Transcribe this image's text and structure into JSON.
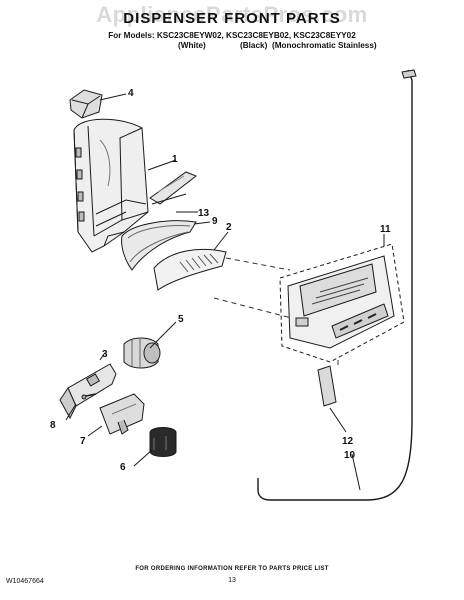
{
  "header": {
    "watermark": "AppliancePartsPros.com",
    "title": "DISPENSER FRONT PARTS",
    "models_line": "For Models: KSC23C8EYW02, KSC23C8EYB02, KSC23C8EYY02",
    "variants": [
      "(White)",
      "(Black)",
      "(Monochromatic Stainless)"
    ]
  },
  "callouts": [
    "1",
    "2",
    "3",
    "4",
    "5",
    "6",
    "7",
    "8",
    "9",
    "10",
    "11",
    "12",
    "13"
  ],
  "footer": {
    "doc_id": "W10467664",
    "note": "FOR ORDERING INFORMATION REFER TO PARTS PRICE LIST",
    "page": "13"
  }
}
